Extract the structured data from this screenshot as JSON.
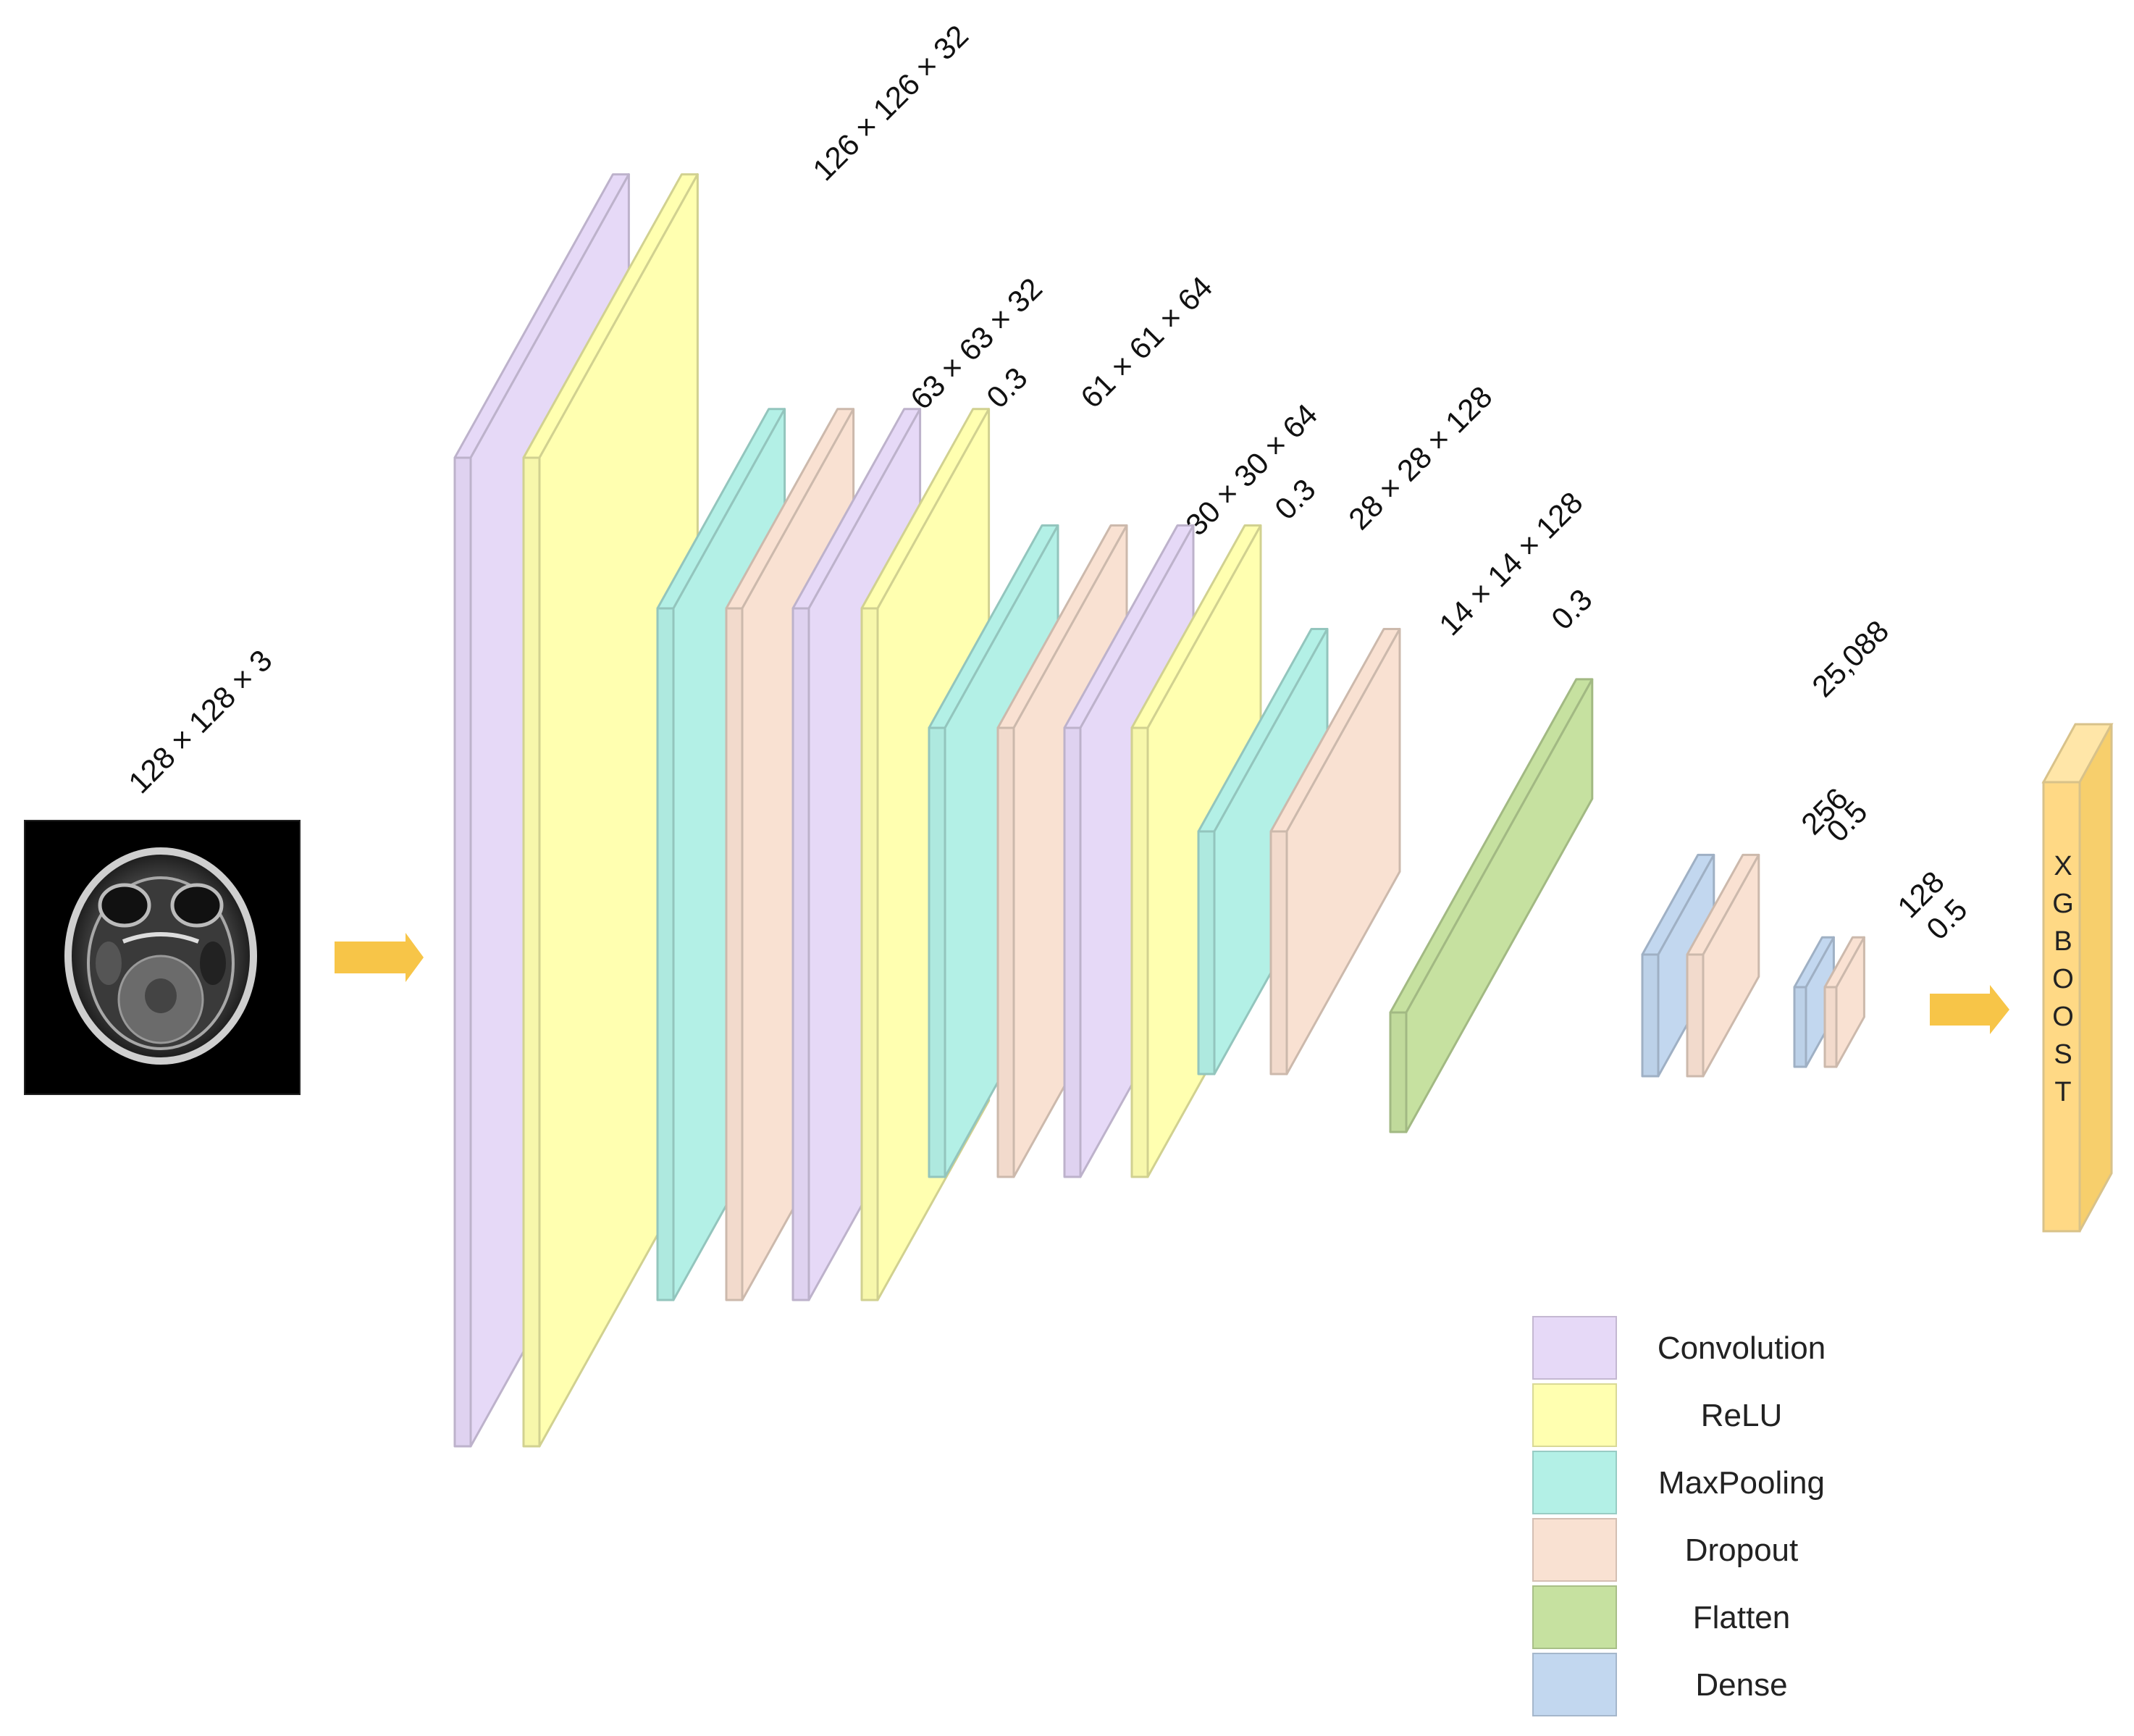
{
  "colors": {
    "Convolution": "#e6d9f7",
    "ReLU": "#ffffb0",
    "MaxPooling": "#b3f0e6",
    "Dropout": "#f9e1d2",
    "Flatten": "#c6e1a0",
    "Dense": "#c2d7ef",
    "XGBoost": "#ffd985",
    "arrow": "#f7c548"
  },
  "input": {
    "label": "128 × 128 × 3",
    "image": "brain-mri-axial-slice"
  },
  "layers": [
    {
      "id": "conv1",
      "type": "Convolution"
    },
    {
      "id": "relu1",
      "type": "ReLU",
      "label": "126 × 126 × 32"
    },
    {
      "id": "pool1",
      "type": "MaxPooling",
      "label": "63 × 63 × 32"
    },
    {
      "id": "drop1",
      "type": "Dropout",
      "label": "0.3"
    },
    {
      "id": "conv2",
      "type": "Convolution"
    },
    {
      "id": "relu2",
      "type": "ReLU",
      "label": "61 × 61 × 64"
    },
    {
      "id": "pool2",
      "type": "MaxPooling",
      "label": "30 × 30 × 64"
    },
    {
      "id": "drop2",
      "type": "Dropout",
      "label": "0.3"
    },
    {
      "id": "conv3",
      "type": "Convolution"
    },
    {
      "id": "relu3",
      "type": "ReLU",
      "label": "28 × 28 × 128"
    },
    {
      "id": "pool3",
      "type": "MaxPooling",
      "label": "14 × 14 × 128"
    },
    {
      "id": "drop3",
      "type": "Dropout",
      "label": "0.3"
    },
    {
      "id": "flatten",
      "type": "Flatten",
      "label": "25,088"
    },
    {
      "id": "dense1",
      "type": "Dense",
      "label": "256"
    },
    {
      "id": "drop4",
      "type": "Dropout",
      "label": "0.5"
    },
    {
      "id": "dense2",
      "type": "Dense",
      "label": "128"
    },
    {
      "id": "drop5",
      "type": "Dropout",
      "label": "0.5"
    }
  ],
  "output": {
    "label": "XGBOOST",
    "letters": [
      "X",
      "G",
      "B",
      "O",
      "O",
      "S",
      "T"
    ]
  },
  "legend": [
    {
      "label": "Convolution",
      "color": "#e6d9f7"
    },
    {
      "label": "ReLU",
      "color": "#ffffb0"
    },
    {
      "label": "MaxPooling",
      "color": "#b3f0e6"
    },
    {
      "label": "Dropout",
      "color": "#f9e1d2"
    },
    {
      "label": "Flatten",
      "color": "#c6e1a0"
    },
    {
      "label": "Dense",
      "color": "#c2d7ef"
    }
  ]
}
